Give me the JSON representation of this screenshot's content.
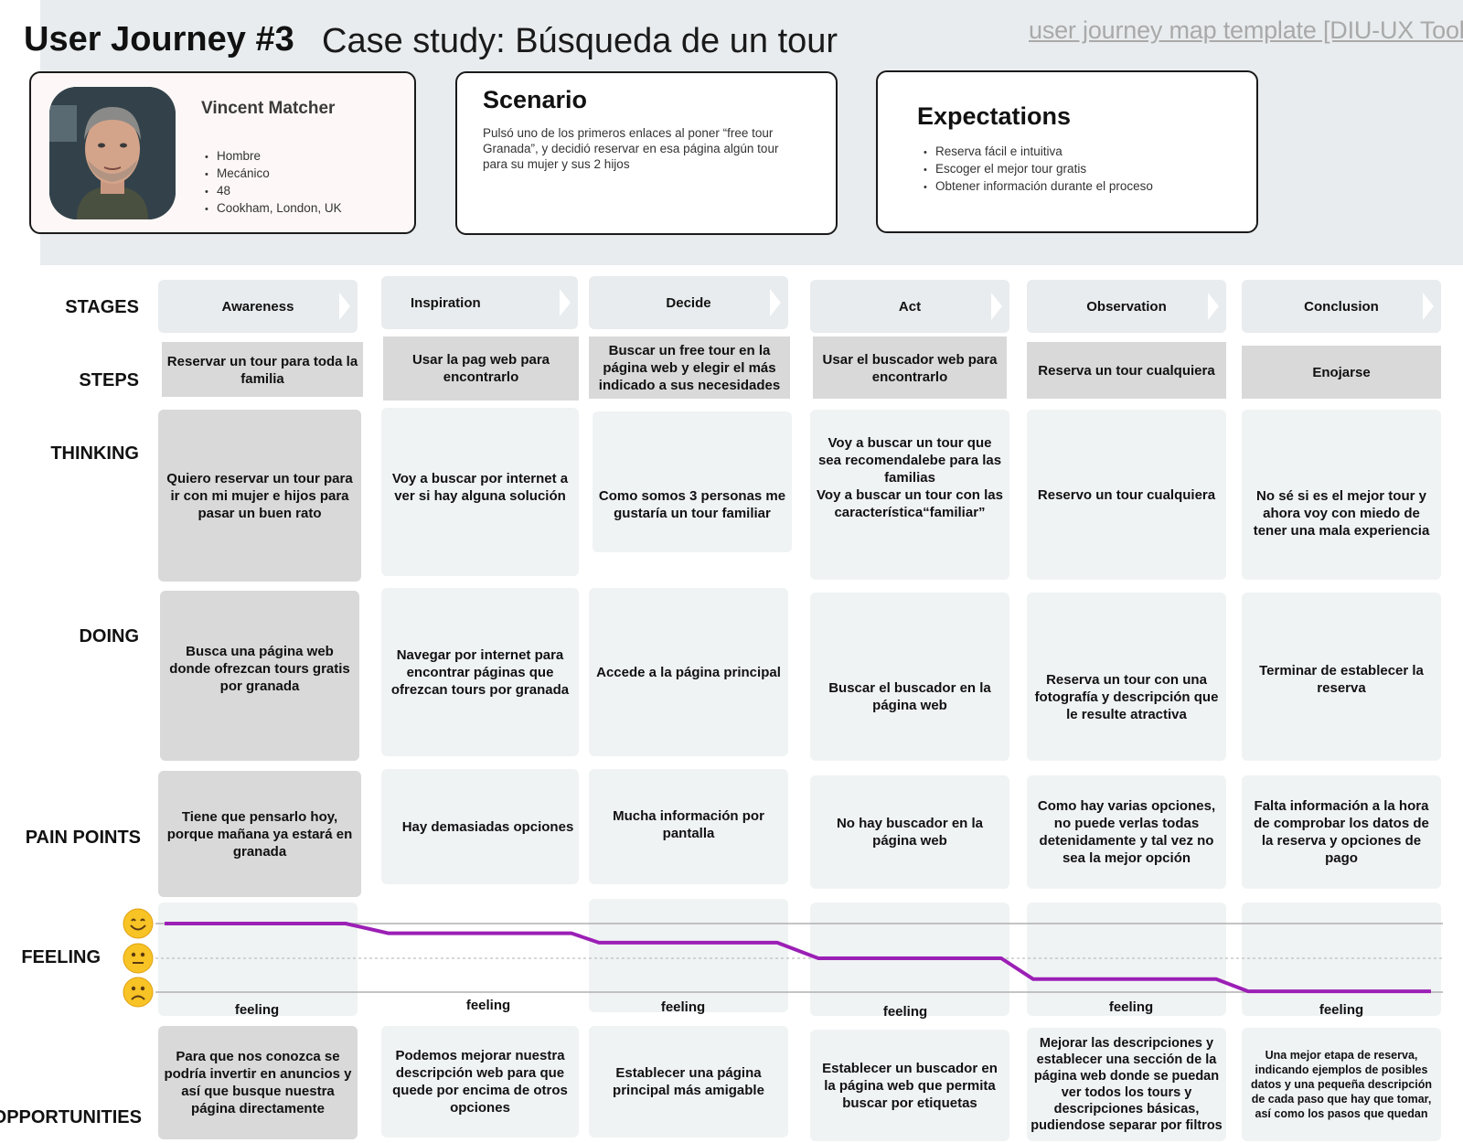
{
  "header": {
    "title": "User Journey #3",
    "subtitle": "Case study: Búsqueda de un tour",
    "toolkit_link": "user journey map template [DIU-UX Toolkit]"
  },
  "persona": {
    "name": "Vincent Matcher",
    "details": [
      "Hombre",
      "Mecánico",
      "48",
      "Cookham, London, UK"
    ]
  },
  "scenario": {
    "title": "Scenario",
    "text": "Pulsó uno de los primeros enlaces al poner “free tour Granada”, y decidió reservar en esa página algún tour para su mujer y sus 2 hijos"
  },
  "expectations": {
    "title": "Expectations",
    "items": [
      "Reserva fácil e intuitiva",
      "Escoger el mejor tour gratis",
      "Obtener información durante el proceso"
    ]
  },
  "row_labels": {
    "stages": "STAGES",
    "steps": "STEPS",
    "thinking": "THINKING",
    "doing": "DOING",
    "pain_points": "PAIN POINTS",
    "feeling": "FEELING",
    "opportunities": "OPPORTUNITIES"
  },
  "stages": [
    "Awareness",
    "Inspiration",
    "Decide",
    "Act",
    "Observation",
    "Conclusion"
  ],
  "steps": [
    "Reservar un tour para toda la familia",
    "Usar la pag web para encontrarlo",
    "Buscar un free tour en la página web y elegir el más indicado a sus necesidades",
    "Usar el buscador web para encontrarlo",
    "Reserva un tour cualquiera",
    "Enojarse"
  ],
  "thinking": [
    "Quiero reservar un tour para ir con mi mujer e hijos para pasar un buen rato",
    "Voy a buscar por internet a ver si hay alguna solución",
    "Como somos 3 personas me gustaría un tour familiar",
    "Voy a buscar un tour que sea recomendalebe para las familias\nVoy a buscar un tour con las característica“familiar”",
    "Reservo un tour cualquiera",
    "No sé si es el mejor tour y ahora voy con miedo de tener una mala experiencia"
  ],
  "doing": [
    "Busca una página web donde ofrezcan tours gratis por granada",
    "Navegar por internet para encontrar páginas que ofrezcan tours por granada",
    "Accede a la página principal",
    "Buscar el buscador en la página web",
    "Reserva un tour con una fotografía y descripción que le resulte atractiva",
    "Terminar de establecer la reserva"
  ],
  "pain_points": [
    "Tiene que pensarlo hoy, porque mañana ya estará en granada",
    "Hay demasiadas opciones",
    "Mucha información por pantalla",
    "No hay buscador en la página web",
    "Como hay varias opciones, no puede verlas todas detenidamente y tal vez no sea la mejor opción",
    "Falta información a la hora de comprobar los datos de la reserva y opciones de pago"
  ],
  "feeling": {
    "labels": [
      "feeling",
      "feeling",
      "feeling",
      "feeling",
      "feeling",
      "feeling"
    ],
    "levels": [
      1.0,
      0.72,
      0.45,
      0.0,
      -0.6,
      -0.95
    ],
    "line_color": "#9b1fb5",
    "scale_icons": [
      "smiling-face-icon",
      "neutral-face-icon",
      "frowning-face-icon"
    ]
  },
  "opportunities": [
    "Para que nos conozca se podría invertir en anuncios y así que busque nuestra página directamente",
    "Podemos mejorar nuestra descripción web para que quede por encima de otros opciones",
    "Establecer una página principal más amigable",
    "Establecer un buscador en la página web que permita buscar por etiquetas",
    "Mejorar las descripciones y establecer una sección de la página web donde se puedan ver todos los tours y descripciones básicas, pudiendose separar por filtros",
    "Una mejor etapa de reserva, indicando ejemplos de posibles datos y una pequeña descripción de cada paso que hay que tomar, así como los pasos que quedan"
  ],
  "colors": {
    "header_bg": "#e8ecee",
    "cell_light": "#f0f3f4",
    "cell_grey": "#d9d9d9"
  }
}
